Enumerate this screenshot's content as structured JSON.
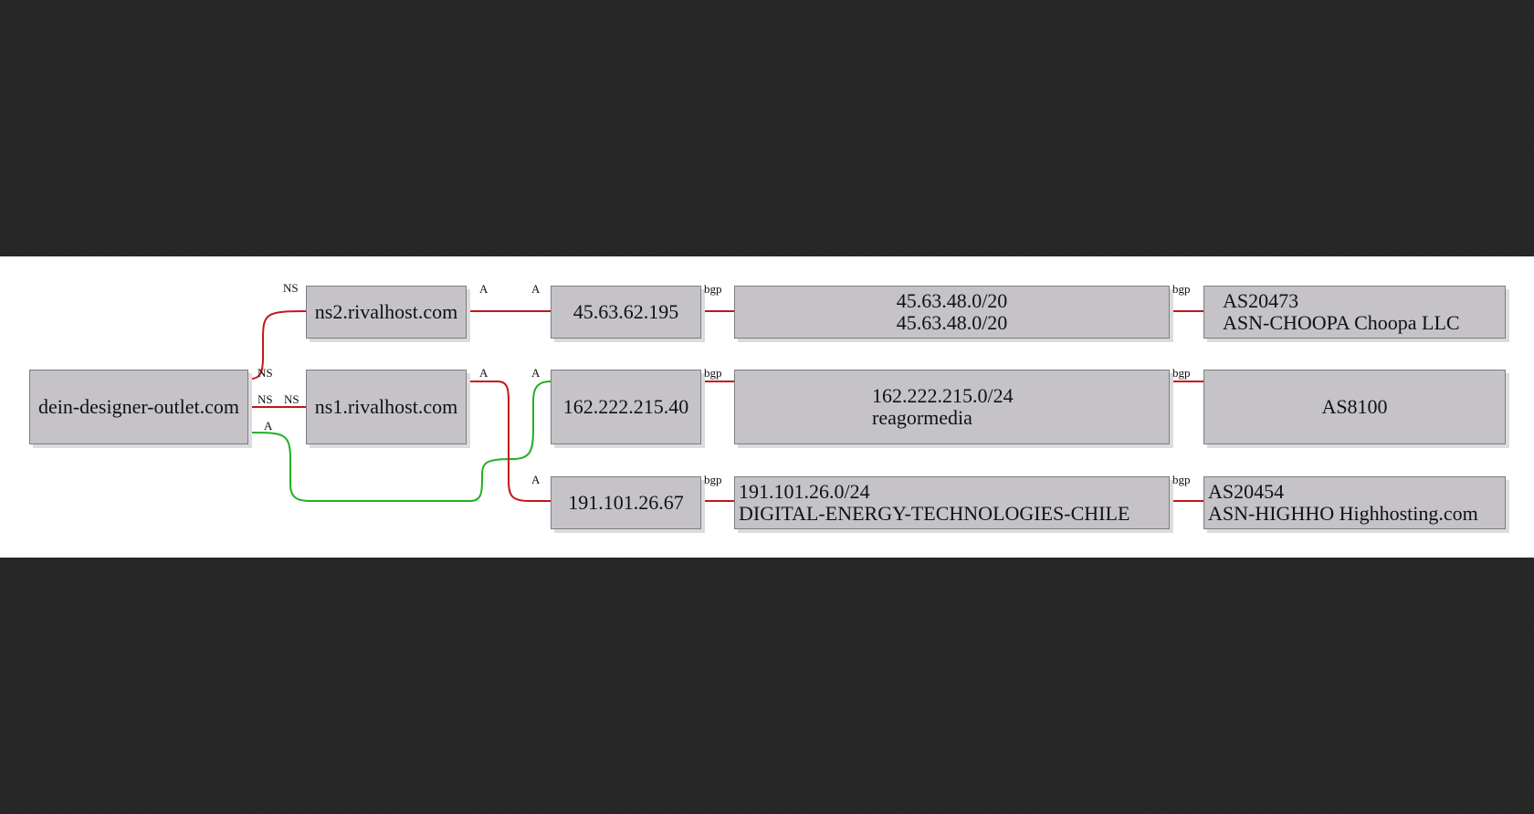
{
  "nodes": {
    "domain": "dein-designer-outlet.com",
    "ns2": "ns2.rivalhost.com",
    "ns1": "ns1.rivalhost.com",
    "ip1": "45.63.62.195",
    "ip2": "162.222.215.40",
    "ip3": "191.101.26.67",
    "net1": {
      "line1": "45.63.48.0/20",
      "line2": "45.63.48.0/20"
    },
    "net2": {
      "line1": "162.222.215.0/24",
      "line2": "reagormedia"
    },
    "net3": {
      "line1": "191.101.26.0/24",
      "line2": "DIGITAL-ENERGY-TECHNOLOGIES-CHILE"
    },
    "as1": {
      "line1": "AS20473",
      "line2": "ASN-CHOOPA Choopa LLC"
    },
    "as2": "AS8100",
    "as3": {
      "line1": "AS20454",
      "line2": "ASN-HIGHHO Highhosting.com"
    }
  },
  "edge_labels": {
    "ns": "NS",
    "a": "A",
    "bgp": "bgp"
  },
  "colors": {
    "red_edge": "#c4161c",
    "green_edge": "#22b022",
    "node_fill": "#c5c3c8"
  }
}
